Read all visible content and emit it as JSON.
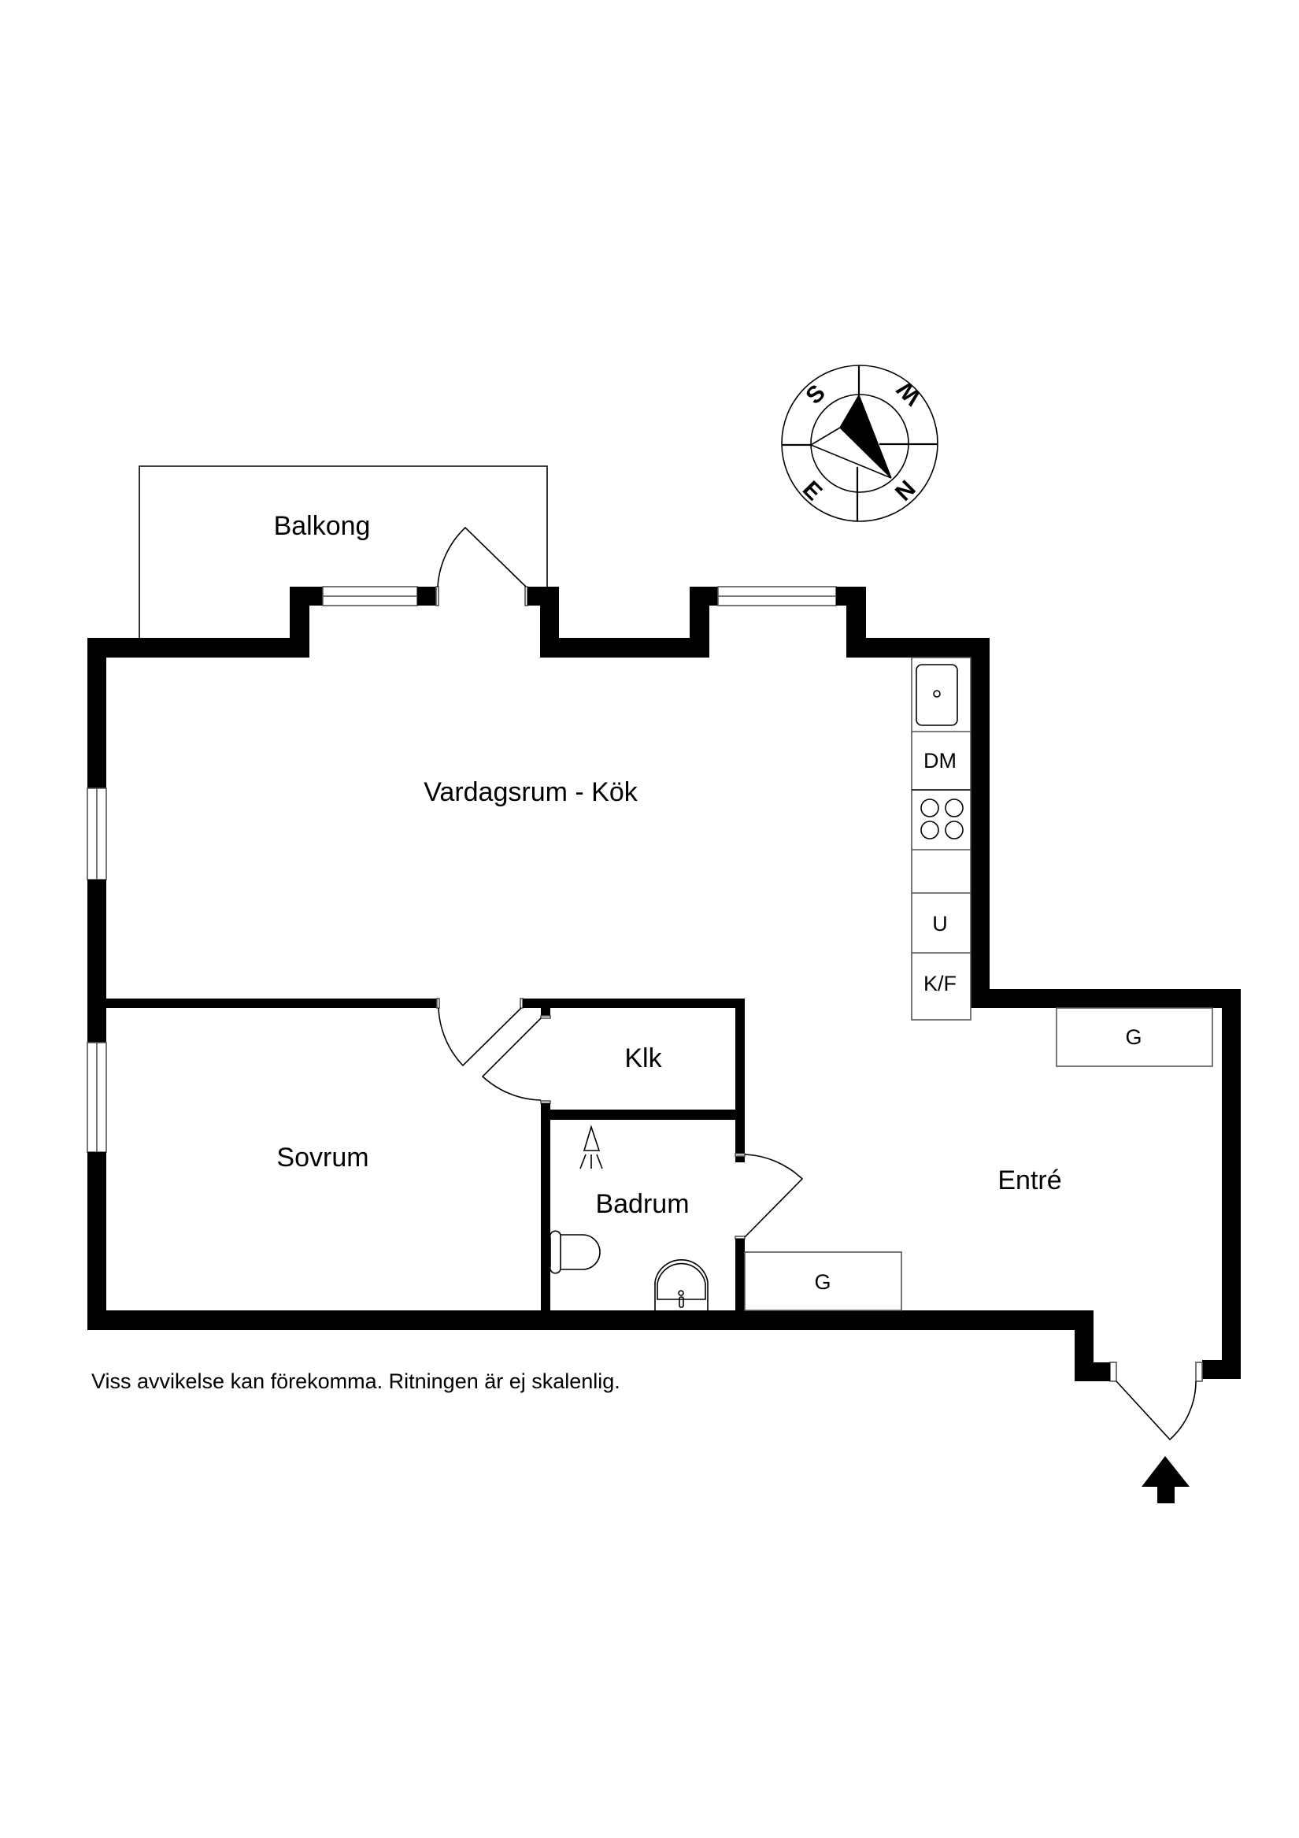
{
  "plan": {
    "rooms": {
      "balkong": "Balkong",
      "vardagsrum_kok": "Vardagsrum - Kök",
      "klk": "Klk",
      "sovrum": "Sovrum",
      "badrum": "Badrum",
      "entre": "Entré"
    },
    "kitchen_fixtures": {
      "dishwasher": "DM",
      "oven": "U",
      "fridge_freezer": "K/F"
    },
    "storage": {
      "wardrobe_entre": "G",
      "wardrobe_hall": "G"
    },
    "compass": {
      "north": "N",
      "south": "S",
      "east": "E",
      "west": "W"
    },
    "disclaimer": "Viss avvikelse kan förekomma. Ritningen är ej skalenlig.",
    "entrance_marker": "entrance-arrow",
    "colors": {
      "wall": "#000000",
      "background": "#ffffff",
      "line": "#555555"
    }
  }
}
